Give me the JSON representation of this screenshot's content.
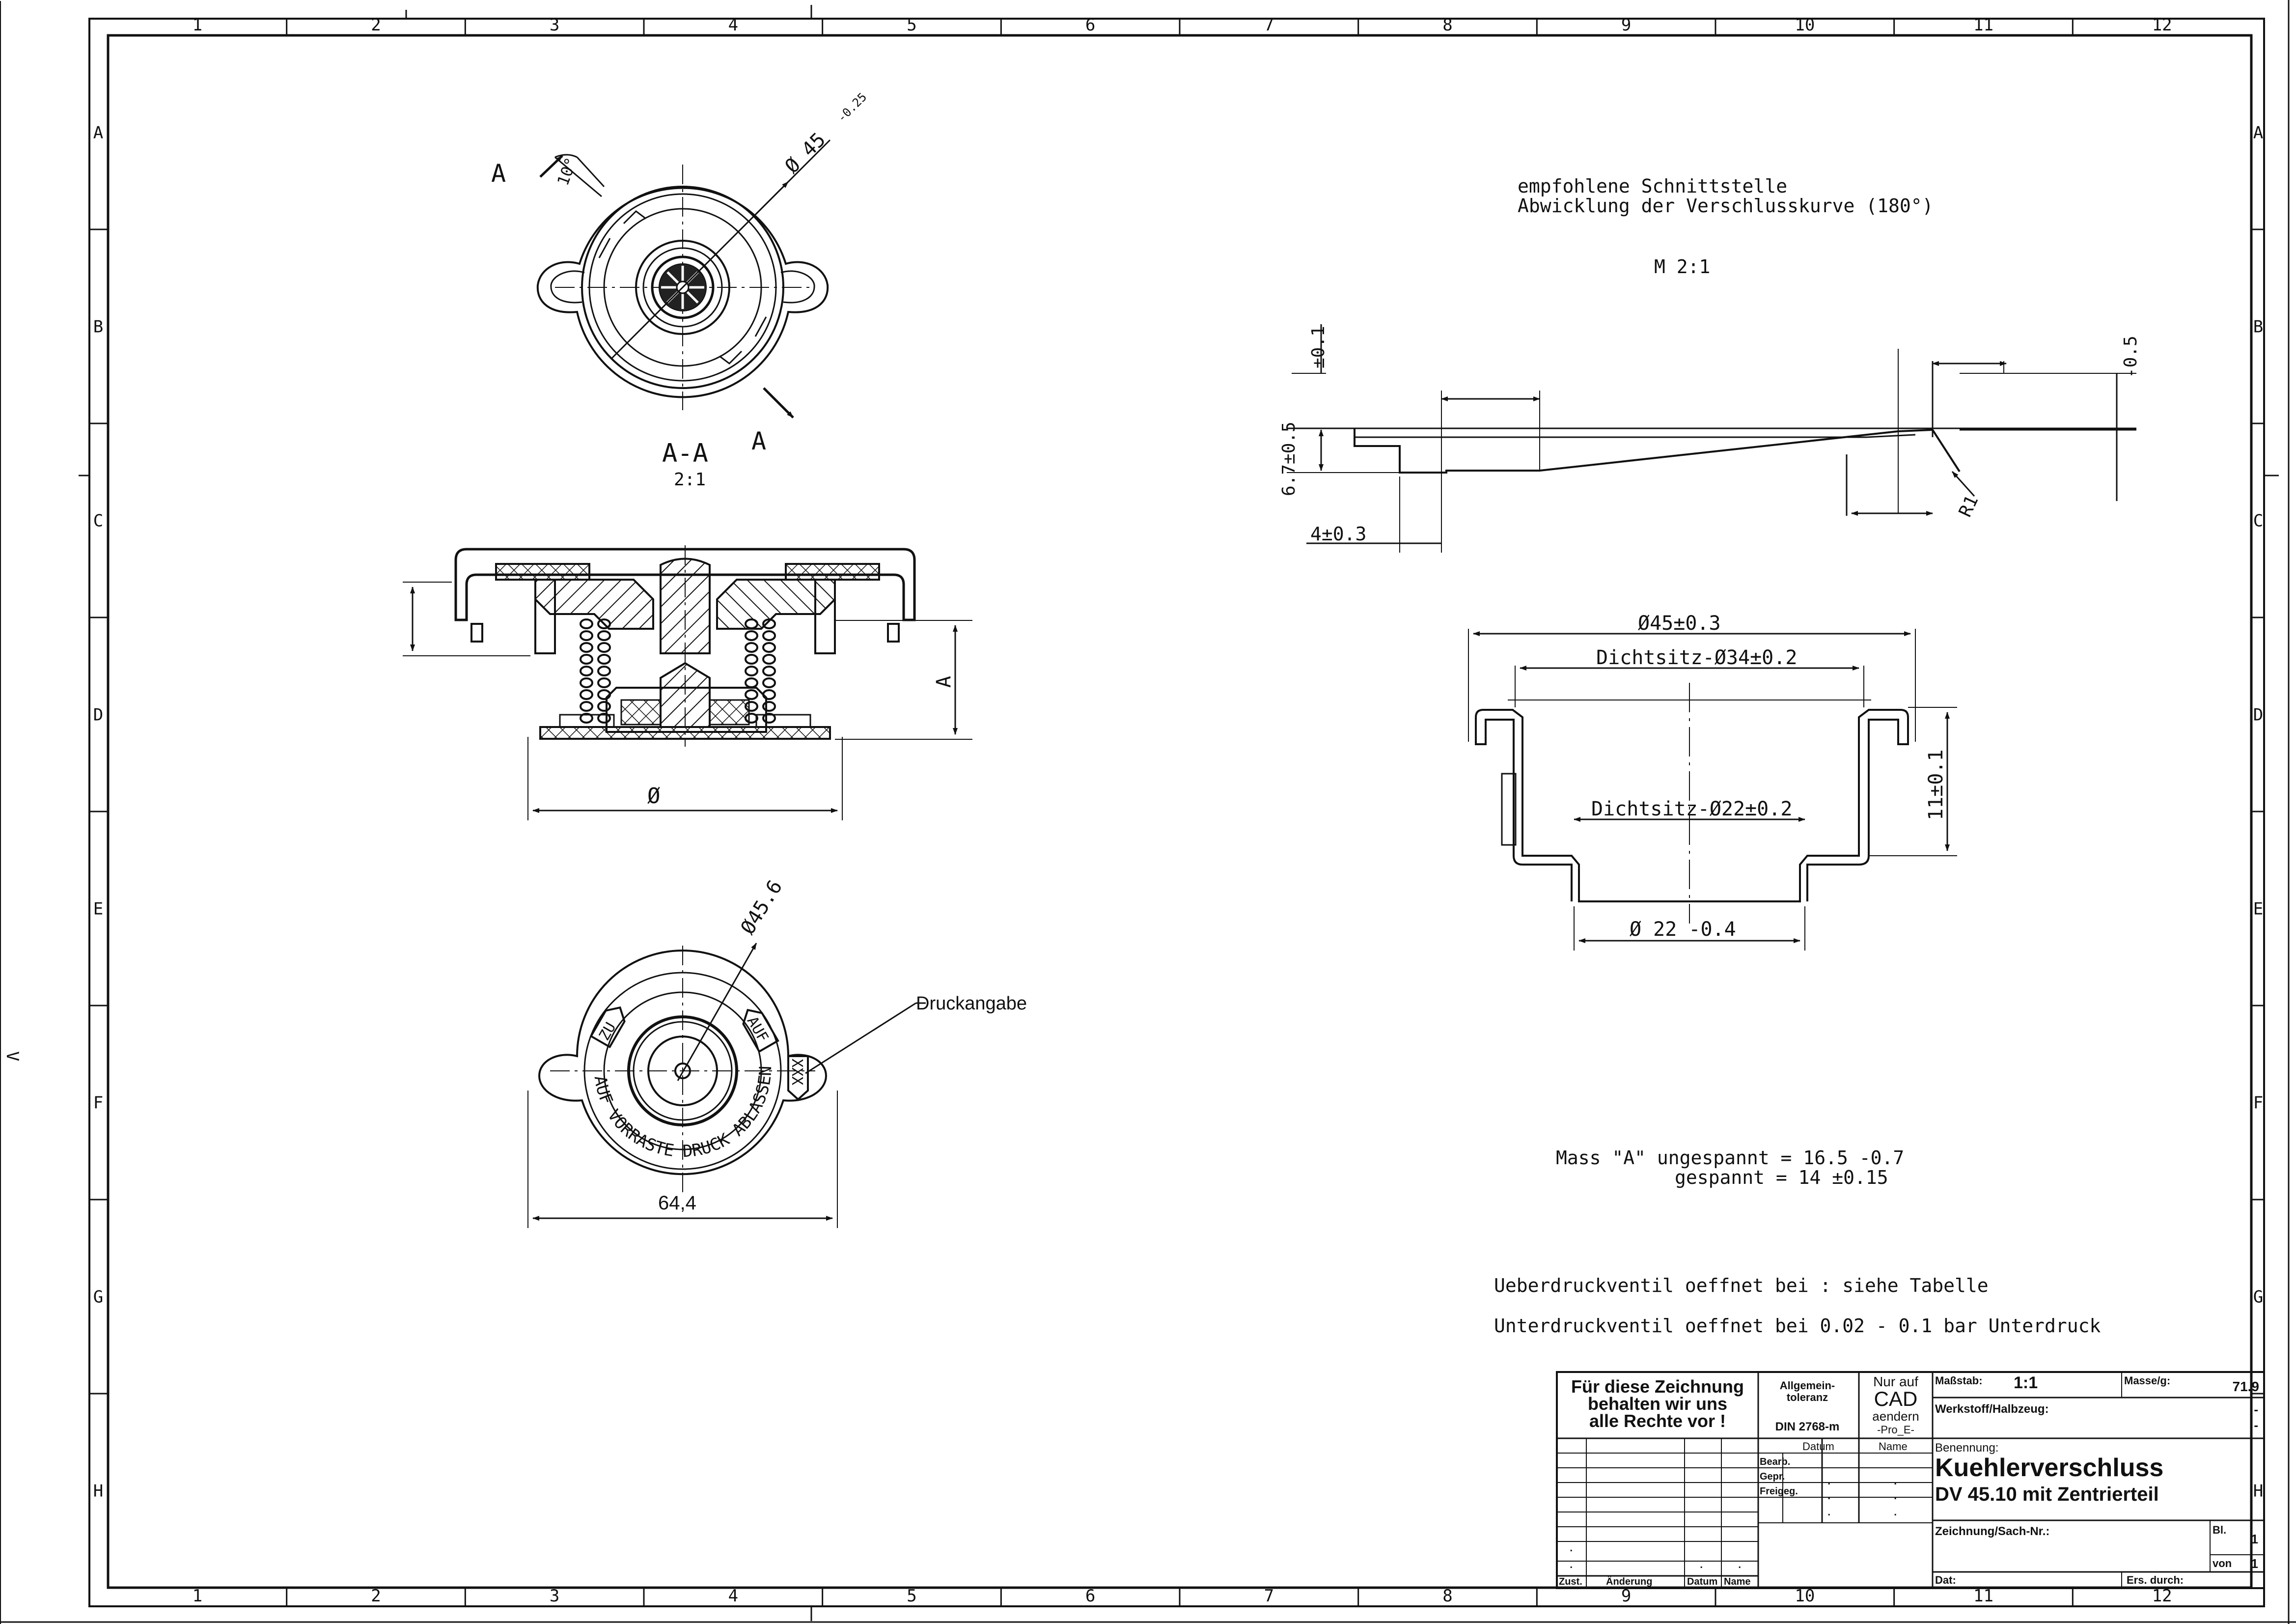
{
  "frame": {
    "columns": [
      "1",
      "2",
      "3",
      "4",
      "5",
      "6",
      "7",
      "8",
      "9",
      "10",
      "11",
      "12"
    ],
    "rows": [
      "A",
      "B",
      "C",
      "D",
      "E",
      "F",
      "G",
      "H"
    ],
    "edge_mark": "V"
  },
  "views": {
    "top_view": {
      "dim_diameter": "Ø 45",
      "dim_diameter_tol": "-0.25",
      "dim_angle": "10°",
      "section_mark_1": "A",
      "section_mark_2": "A"
    },
    "section": {
      "title": "A-A",
      "scale": "2:1",
      "dim_a": "A",
      "dim_dia": "Ø"
    },
    "bottom_view": {
      "dim_diameter": "Ø45.6",
      "dim_width": "64,4",
      "callout": "Druckangabe",
      "label_zu": "ZU",
      "label_auf": "AUF",
      "label_xxx": "XXX",
      "ring_text": "AUF VORRASTE DRUCK ABLASSEN"
    }
  },
  "notes": {
    "interface_line1": "empfohlene Schnittstelle",
    "interface_line2": "Abwicklung der Verschlusskurve (180°)",
    "scale_m": "M 2:1",
    "mass_a_line1": "Mass \"A\" ungespannt = 16.5 -0.7",
    "mass_a_line2": "gespannt = 14 ±0.15",
    "valve_line1": "Ueberdruckventil oeffnet bei : siehe Tabelle",
    "valve_line2": "Unterdruckventil oeffnet bei 0.02 - 0.1 bar Unterdruck"
  },
  "curve_dims": {
    "d1": "±0.1",
    "d2": "6.7±0.5",
    "d3": "4±0.3",
    "d4": "-0.5",
    "d5": "R1"
  },
  "seat_dims": {
    "outer": "Ø45±0.3",
    "seat_34": "Dichtsitz-Ø34±0.2",
    "seat_22": "Dichtsitz-Ø22±0.2",
    "height": "11±0.1",
    "bottom": "Ø 22 -0.4"
  },
  "title_block": {
    "rights_line1": "Für diese Zeichnung",
    "rights_line2": "behalten wir uns",
    "rights_line3": "alle Rechte vor !",
    "tol_line1": "Allgemein-",
    "tol_line2": "toleranz",
    "tol_std": "DIN 2768-m",
    "cad_line1": "Nur auf",
    "cad_line2": "CAD",
    "cad_line3": "aendern",
    "cad_line4": "-Pro_E-",
    "col_datum": "Datum",
    "col_name": "Name",
    "row_bearb": "Bearb.",
    "row_gepr": "Gepr.",
    "row_freig": "Freigeg.",
    "zust": "Zust.",
    "aenderung": "Änderung",
    "datum2": "Datum",
    "name2": "Name",
    "massstab_label": "Maßstab:",
    "massstab_value": "1:1",
    "masse_label": "Masse/g:",
    "masse_value": "71.9",
    "werkstoff_label": "Werkstoff/Halbzeug:",
    "werkstoff_value1": "-",
    "werkstoff_value2": "-",
    "benennung_label": "Benennung:",
    "title_line1": "Kuehlerverschluss",
    "title_line2": "DV 45.10 mit Zentrierteil",
    "zeichnung_label": "Zeichnung/Sach-Nr.:",
    "bl_label": "Bl.",
    "bl_value": "1",
    "von_label": "von",
    "von_value": "1",
    "dat_label": "Dat:",
    "ers_label": "Ers. durch:",
    "dot": "."
  }
}
